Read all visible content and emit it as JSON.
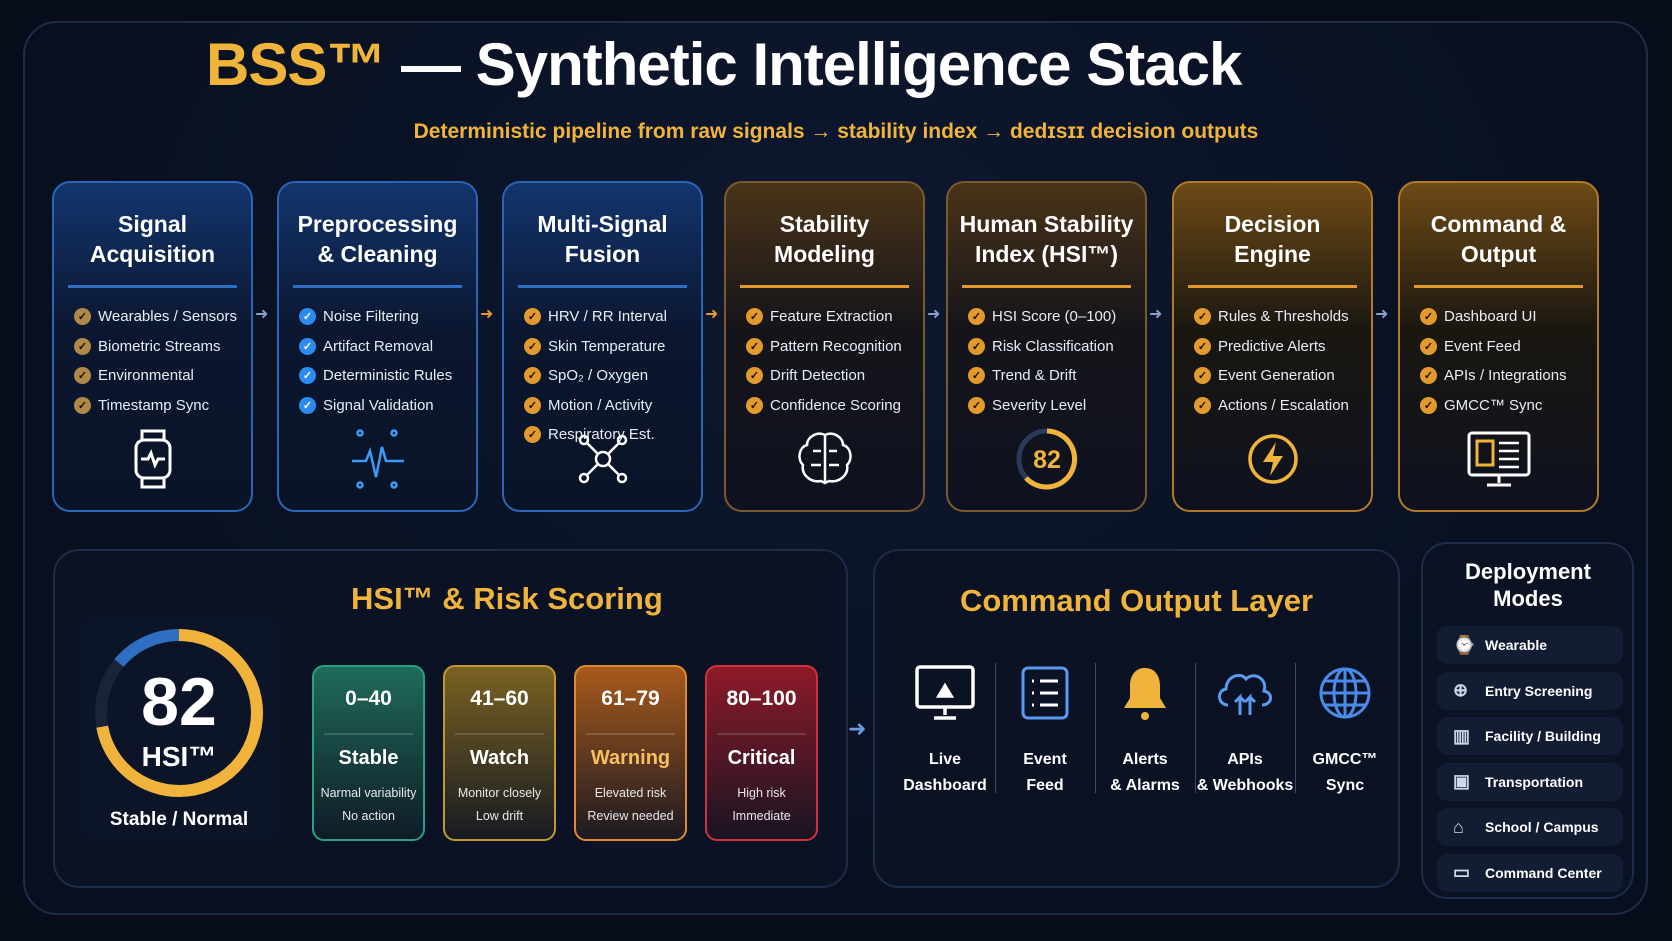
{
  "title": {
    "brand": "BSS™",
    "rest": " — Synthetic Intelligence Stack"
  },
  "subtitle": "Deterministic pipeline from raw signals → stability index → dedɪsɪɪ decision outputs",
  "stages": [
    {
      "title": "Signal Acquisition",
      "items": [
        "Wearables / Sensors",
        "Biometric Streams",
        "Environmental",
        "Timestamp Sync"
      ],
      "icon": "smartwatch-icon"
    },
    {
      "title": "Preprocessing & Cleaning",
      "items": [
        "Noise Filtering",
        "Artifact Removal",
        "Deterministic Rules",
        "Signal Validation"
      ],
      "icon": "waveform-icon"
    },
    {
      "title": "Multi-Signal Fusion",
      "items": [
        "HRV / RR Interval",
        "Skin Temperature",
        "SpO₂ / Oxygen",
        "Motion / Activity",
        "Respiratory Est."
      ],
      "icon": "network-icon"
    },
    {
      "title": "Stability Modeling",
      "items": [
        "Feature Extraction",
        "Pattern Recognition",
        "Drift Detection",
        "Confidence Scoring"
      ],
      "icon": "brain-icon"
    },
    {
      "title": "Human Stability Index (HSI™)",
      "items": [
        "HSI Score (0–100)",
        "Risk Classification",
        "Trend & Drift",
        "Severity Level"
      ],
      "icon": "gauge-icon",
      "gauge_value": "82"
    },
    {
      "title": "Decision Engine",
      "items": [
        "Rules & Thresholds",
        "Predictive Alerts",
        "Event Generation",
        "Actions / Escalation"
      ],
      "icon": "lightning-icon"
    },
    {
      "title": "Command & Output",
      "items": [
        "Dashboard UI",
        "Event Feed",
        "APIs / Integrations",
        "GMCC™ Sync"
      ],
      "icon": "dashboard-icon"
    }
  ],
  "hsi": {
    "heading": "HSI™ & Risk Scoring",
    "score": "82",
    "score_fraction": 0.82,
    "label": "HSI™",
    "status": "Stable / Normal",
    "tiers": [
      {
        "range": "0–40",
        "name": "Stable",
        "desc": [
          "Narmal variability",
          "No action"
        ],
        "color": "#1f6b5a"
      },
      {
        "range": "41–60",
        "name": "Watch",
        "desc": [
          "Monitor closely",
          "Low drift"
        ],
        "color": "#7a6222"
      },
      {
        "range": "61–79",
        "name": "Warning",
        "desc": [
          "Elevated risk",
          "Review needed"
        ],
        "color": "#a85a1c"
      },
      {
        "range": "80–100",
        "name": "Critical",
        "desc": [
          "High risk",
          "Immediate"
        ],
        "color": "#8e1a28"
      }
    ]
  },
  "command": {
    "heading": "Command Output Layer",
    "outputs": [
      {
        "l1": "Live",
        "l2": "Dashboard",
        "icon": "monitor-icon"
      },
      {
        "l1": "Event",
        "l2": "Feed",
        "icon": "list-icon"
      },
      {
        "l1": "Alerts",
        "l2": "& Alarms",
        "icon": "bell-icon"
      },
      {
        "l1": "APIs",
        "l2": "& Webhooks",
        "icon": "cloud-icon"
      },
      {
        "l1": "GMCC™",
        "l2": "Sync",
        "icon": "globe-icon"
      }
    ]
  },
  "deployment": {
    "heading": "Deployment Modes",
    "modes": [
      "Wearable",
      "Entry Screening",
      "Facility / Building",
      "Transportation",
      "School / Campus",
      "Command Center"
    ]
  }
}
